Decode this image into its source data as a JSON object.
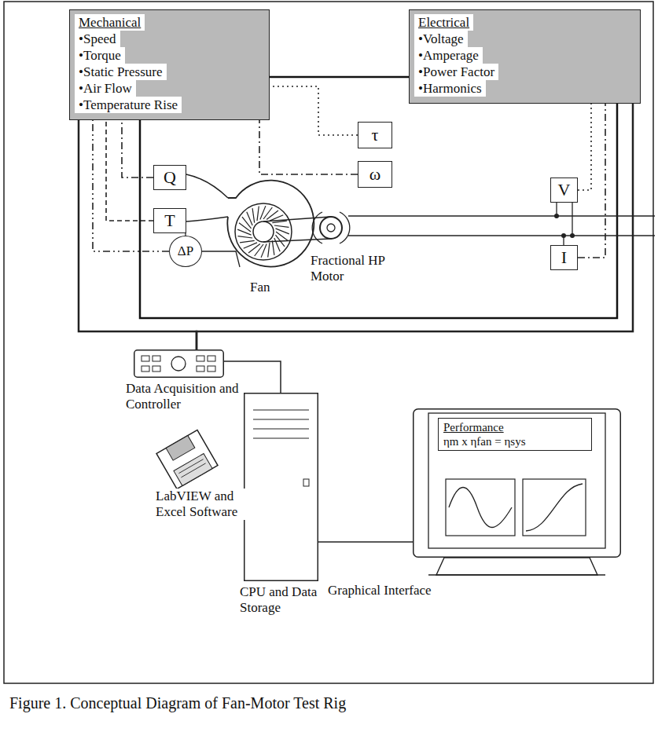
{
  "diagram": {
    "caption": "Figure 1. Conceptual Diagram of Fan-Motor Test Rig",
    "nodes": [
      {
        "text": [
          "Mechanical",
          "•Speed",
          "•Torque",
          "•Static Pressure",
          "•Air Flow",
          "•Temperature Rise"
        ]
      },
      {
        "text": [
          "Electrical",
          "•Voltage",
          "•Amperage",
          "•Power Factor",
          "•Harmonics"
        ]
      },
      {
        "text": [
          "τ"
        ]
      },
      {
        "text": [
          "ω"
        ]
      },
      {
        "text": [
          "Q"
        ]
      },
      {
        "text": [
          "T"
        ]
      },
      {
        "text": [
          "ΔP"
        ]
      },
      {
        "text": [
          "V"
        ]
      },
      {
        "text": [
          "I"
        ]
      },
      {
        "text": [
          "Data Acquisition and Controller"
        ]
      },
      {
        "text": [
          "CPU and Data Storage"
        ]
      },
      {
        "text": [
          "Performance",
          "ηm x ηfan = ηsys",
          "Graphical Interface"
        ]
      }
    ],
    "edges": [
      {
        "from": 2,
        "to": 0,
        "arrow": "none"
      },
      {
        "from": 3,
        "to": 0,
        "arrow": "none"
      },
      {
        "from": 4,
        "to": 0,
        "arrow": "none"
      },
      {
        "from": 5,
        "to": 0,
        "arrow": "none"
      },
      {
        "from": 6,
        "to": 0,
        "arrow": "none"
      },
      {
        "from": 7,
        "to": 1,
        "arrow": "none"
      },
      {
        "from": 8,
        "to": 1,
        "arrow": "none"
      },
      {
        "from": 0,
        "to": 9,
        "arrow": "none"
      },
      {
        "from": 1,
        "to": 9,
        "arrow": "none"
      },
      {
        "from": 9,
        "to": 10,
        "arrow": "none"
      },
      {
        "from": 10,
        "to": 11,
        "arrow": "none"
      }
    ],
    "labels": [
      "Fan",
      "Fractional HP Motor",
      "LabVIEW and Excel Software"
    ]
  }
}
